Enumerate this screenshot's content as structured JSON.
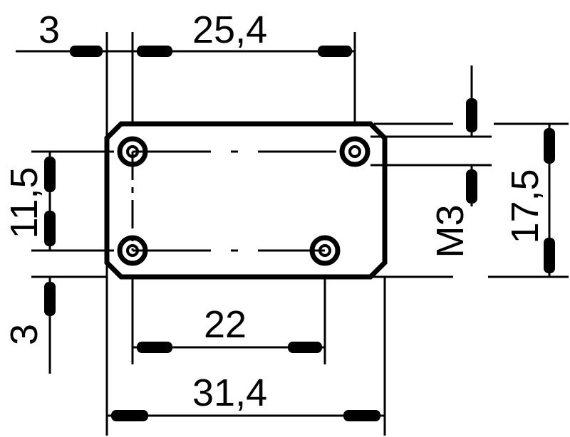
{
  "dimensions": {
    "edge_offset_top": "3",
    "hole_spacing_top": "25,4",
    "hole_spacing_vertical": "11,5",
    "edge_offset_bottom": "3",
    "hole_spacing_bottom": "22",
    "overall_width": "31,4",
    "thread_size": "M3",
    "overall_height": "17,5"
  },
  "colors": {
    "line": "#000000",
    "background": "#ffffff"
  }
}
